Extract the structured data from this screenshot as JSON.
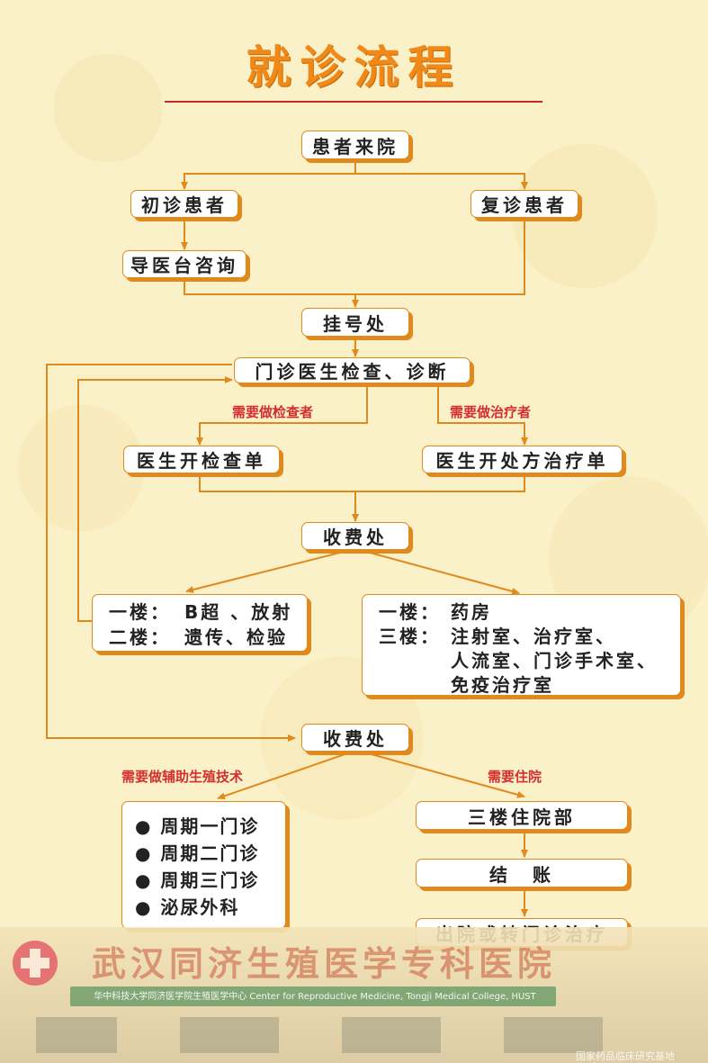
{
  "title": "就诊流程",
  "colors": {
    "title": "#ef8a1a",
    "rule": "#c62828",
    "arrow": "#e08a1e",
    "condition_text": "#d32f2f",
    "box_shadow": "#e08a1e"
  },
  "nodes": {
    "arrive": "患者来院",
    "first_visit": "初诊患者",
    "return_visit": "复诊患者",
    "guide_desk": "导医台咨询",
    "registration": "挂号处",
    "diagnosis": "门诊医生检查、诊断",
    "exam_order": "医生开检查单",
    "treatment_order": "医生开处方治疗单",
    "cashier1": "收费处",
    "cashier2": "收费处",
    "inpatient_dept": "三楼住院部",
    "checkout": "结　账",
    "discharge": "出院或转门诊治疗"
  },
  "conditions": {
    "need_exam": "需要做检查者",
    "need_treatment": "需要做治疗者",
    "need_art": "需要做辅助生殖技术",
    "need_admission": "需要住院"
  },
  "exam_floors": [
    {
      "floor": "一楼：",
      "rooms": "B超 、放射"
    },
    {
      "floor": "二楼：",
      "rooms": "遗传、检验"
    }
  ],
  "treatment_floors": [
    {
      "floor": "一楼：",
      "rooms": [
        "药房"
      ]
    },
    {
      "floor": "三楼：",
      "rooms": [
        "注射室、治疗室、",
        "人流室、门诊手术室、",
        "免疫治疗室"
      ]
    }
  ],
  "art_clinics": [
    "周期一门诊",
    "周期二门诊",
    "周期三门诊",
    "泌尿外科"
  ],
  "hospital": {
    "name": "武汉同济生殖医学专科医院",
    "subtitle": "华中科技大学同济医学院生殖医学中心  Center for Reproductive Medicine, Tongji Medical College, HUST",
    "corner": "国家药品临床研究基地"
  }
}
